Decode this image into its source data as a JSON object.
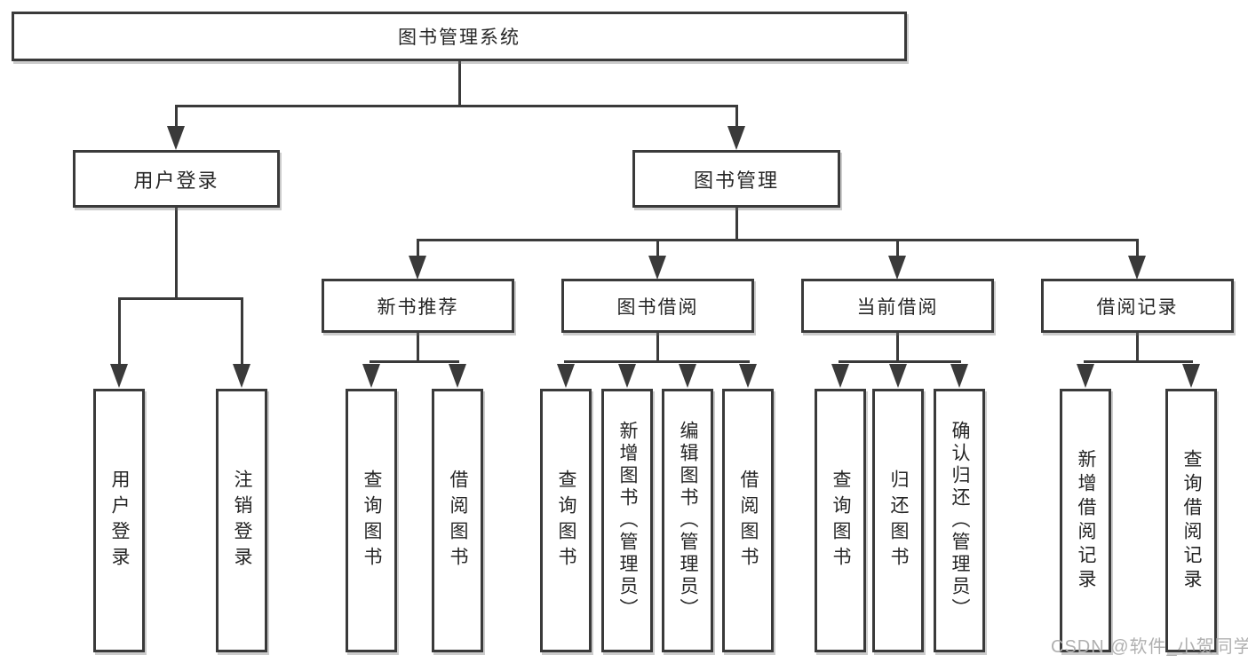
{
  "colors": {
    "line": "#3a3a3a",
    "text": "#262626",
    "watermark": "#b0b0b0",
    "background": "#ffffff"
  },
  "watermark": "CSDN @软件_小贺同学",
  "tree": {
    "label": "图书管理系统",
    "children": [
      {
        "label": "用户登录",
        "children": [
          {
            "label": "用户登录"
          },
          {
            "label": "注销登录"
          }
        ]
      },
      {
        "label": "图书管理",
        "children": [
          {
            "label": "新书推荐",
            "children": [
              {
                "label": "查询图书"
              },
              {
                "label": "借阅图书"
              }
            ]
          },
          {
            "label": "图书借阅",
            "children": [
              {
                "label": "查询图书"
              },
              {
                "label": "新增图书（管理员）"
              },
              {
                "label": "编辑图书（管理员）"
              },
              {
                "label": "借阅图书"
              }
            ]
          },
          {
            "label": "当前借阅",
            "children": [
              {
                "label": "查询图书"
              },
              {
                "label": "归还图书"
              },
              {
                "label": "确认归还（管理员）"
              }
            ]
          },
          {
            "label": "借阅记录",
            "children": [
              {
                "label": "新增借阅记录"
              },
              {
                "label": "查询借阅记录"
              }
            ]
          }
        ]
      }
    ]
  }
}
